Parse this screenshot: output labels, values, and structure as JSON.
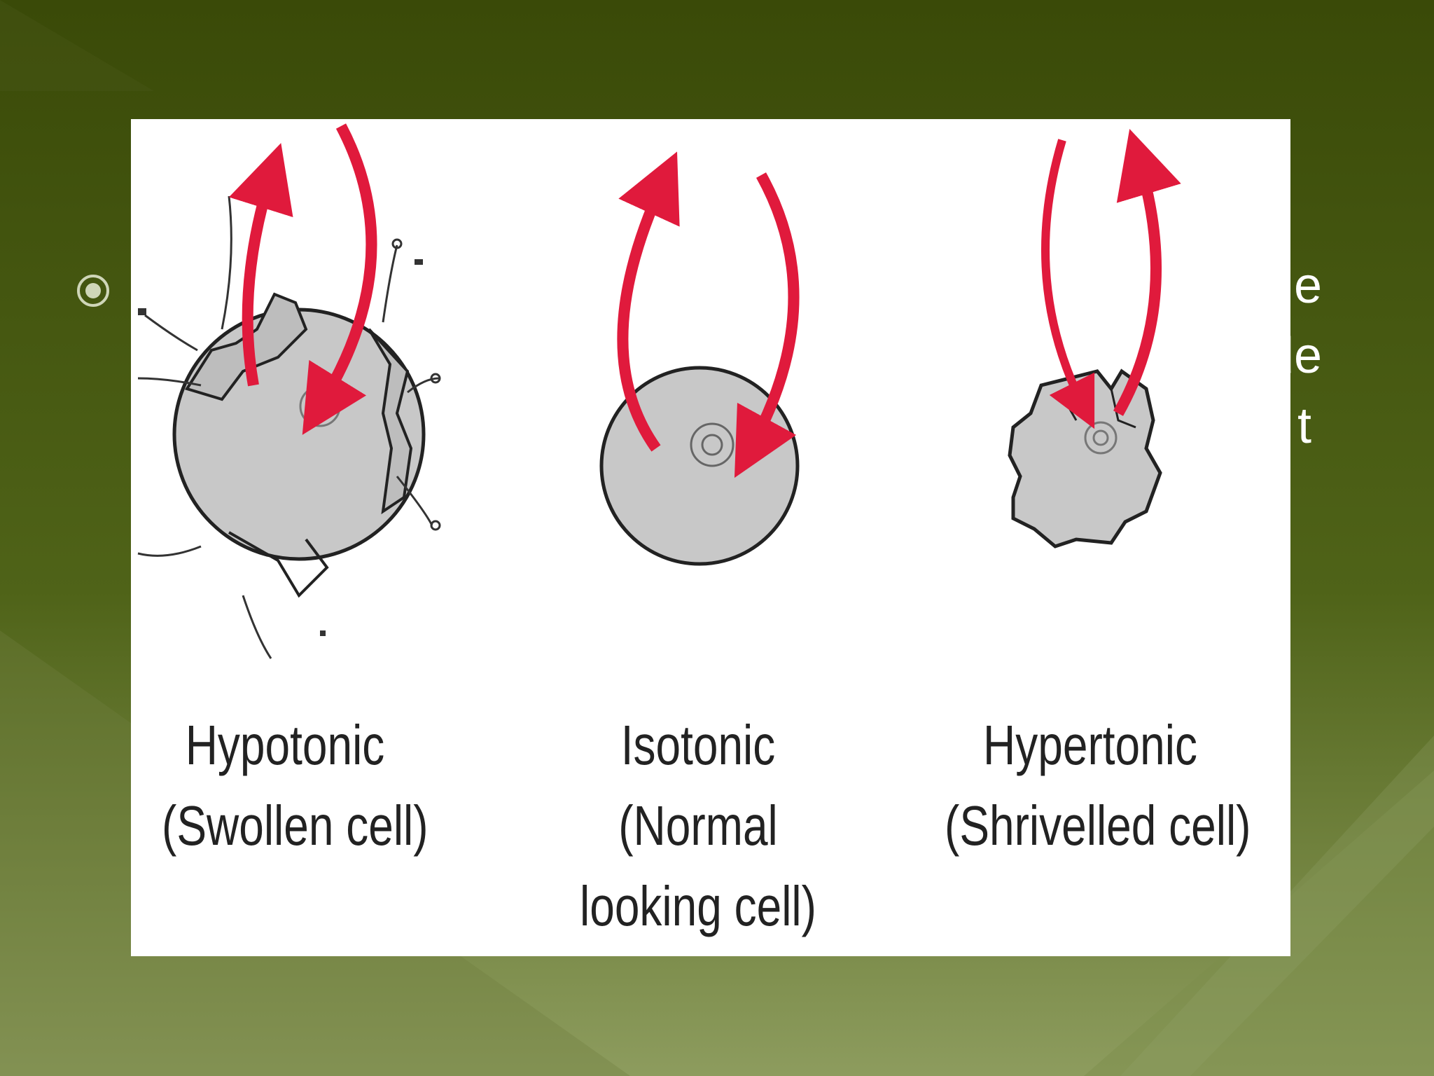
{
  "slide": {
    "bullet_fragments": [
      "e",
      "de",
      "t"
    ],
    "colors": {
      "bg_top": "#3b4a0a",
      "bg_bottom": "#8a9a5c",
      "arrow": "#e01a3c",
      "cell_fill": "#c8c8c8",
      "cell_stroke": "#222222"
    }
  },
  "diagram": {
    "cells": [
      {
        "name": "hypotonic",
        "title": "Hypotonic",
        "caption": [
          "(Swollen cell)"
        ]
      },
      {
        "name": "isotonic",
        "title": "Isotonic",
        "caption": [
          "(Normal",
          "looking cell)"
        ]
      },
      {
        "name": "hypertonic",
        "title": "Hypertonic",
        "caption": [
          "(Shrivelled cell)"
        ]
      }
    ]
  }
}
